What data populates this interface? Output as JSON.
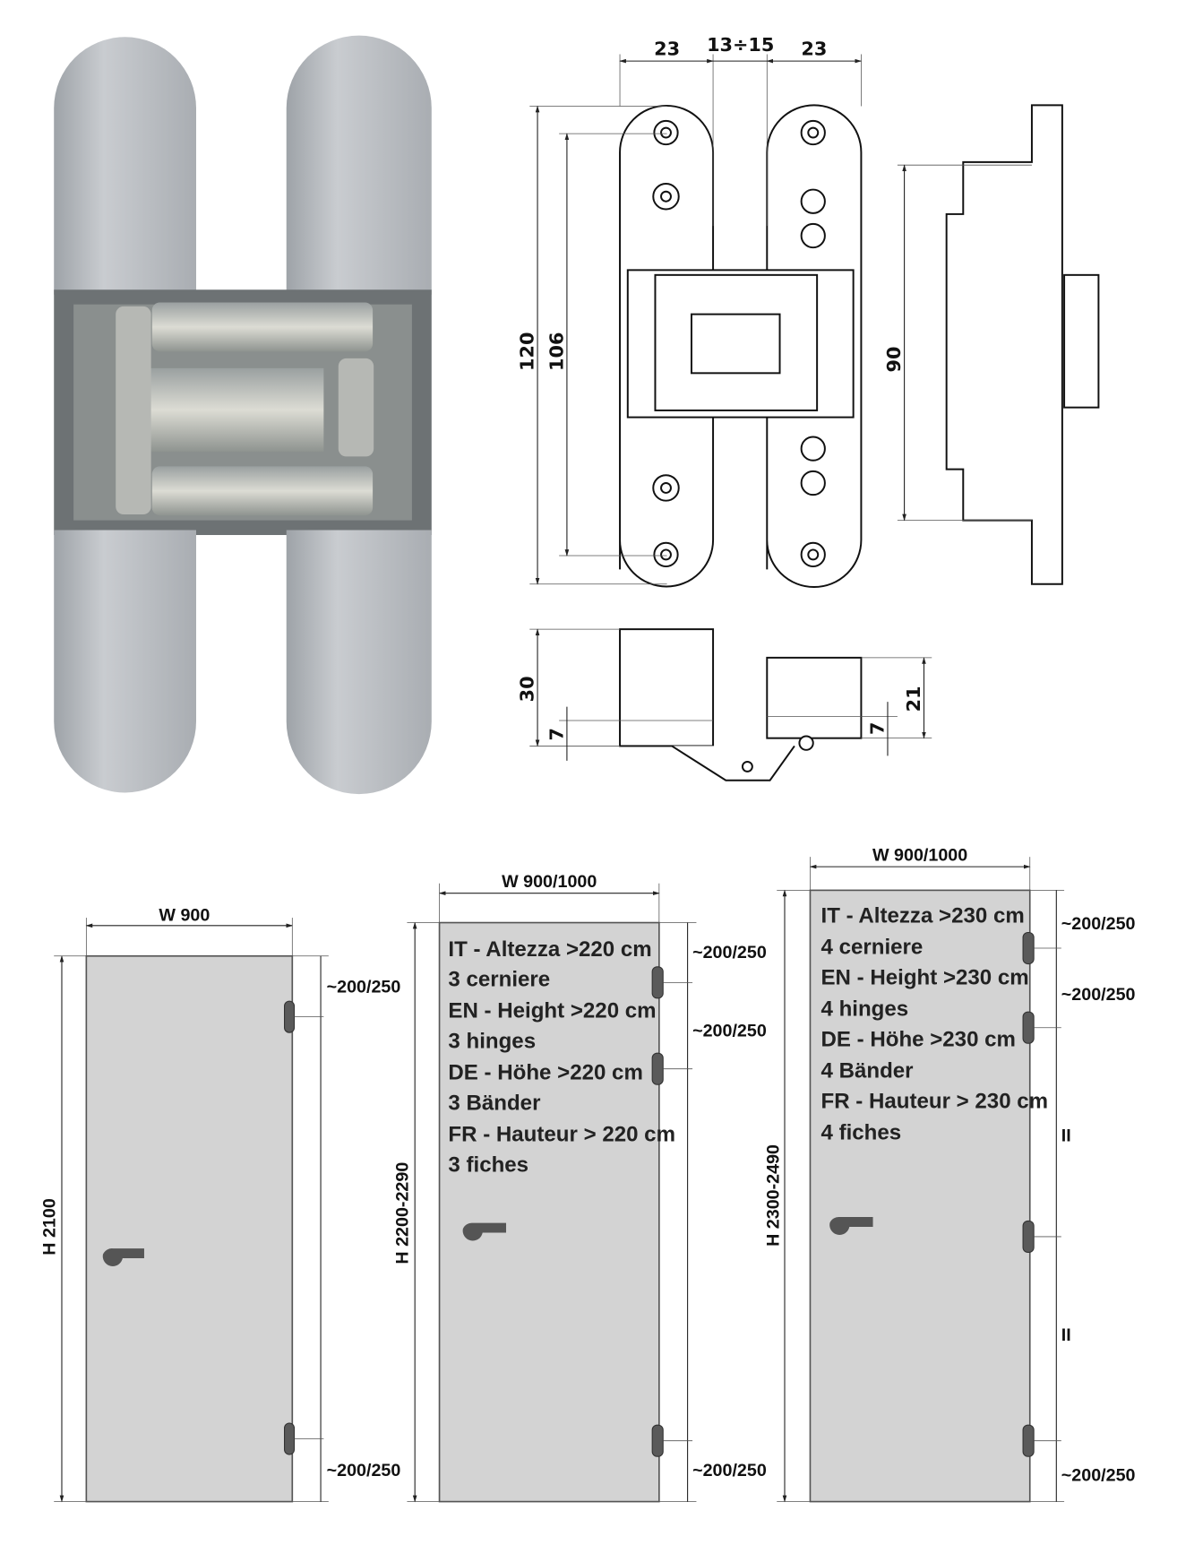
{
  "technical_drawing": {
    "width_dims": [
      "23",
      "13÷15",
      "23"
    ],
    "height_dims": {
      "overall": "120",
      "holes": "106",
      "side": "90"
    },
    "bottom_view_dims": {
      "left_height": "30",
      "left_offset": "7",
      "right_height": "21",
      "right_offset": "7"
    }
  },
  "doors": [
    {
      "width_label": "W 900",
      "height_label": "H 2100",
      "spacing_labels": [
        "~200/250",
        "~200/250"
      ],
      "info_lines": []
    },
    {
      "width_label": "W 900/1000",
      "height_label": "H 2200-2290",
      "spacing_labels": [
        "~200/250",
        "~200/250",
        "~200/250"
      ],
      "info_lines": [
        "IT - Altezza >220 cm",
        "3 cerniere",
        "EN - Height >220 cm",
        "3 hinges",
        "DE - Höhe >220 cm",
        "3 Bänder",
        "FR - Hauteur > 220 cm",
        "3 fiches"
      ]
    },
    {
      "width_label": "W 900/1000",
      "height_label": "H 2300-2490",
      "spacing_labels": [
        "~200/250",
        "~200/250",
        "~200/250"
      ],
      "equal_marks": [
        "II",
        "II"
      ],
      "info_lines": [
        "IT - Altezza >230 cm",
        "4 cerniere",
        "EN - Height >230 cm",
        "4 hinges",
        "DE - Höhe >230 cm",
        "4 Bänder",
        "FR - Hauteur > 230 cm",
        "4 fiches"
      ]
    }
  ]
}
